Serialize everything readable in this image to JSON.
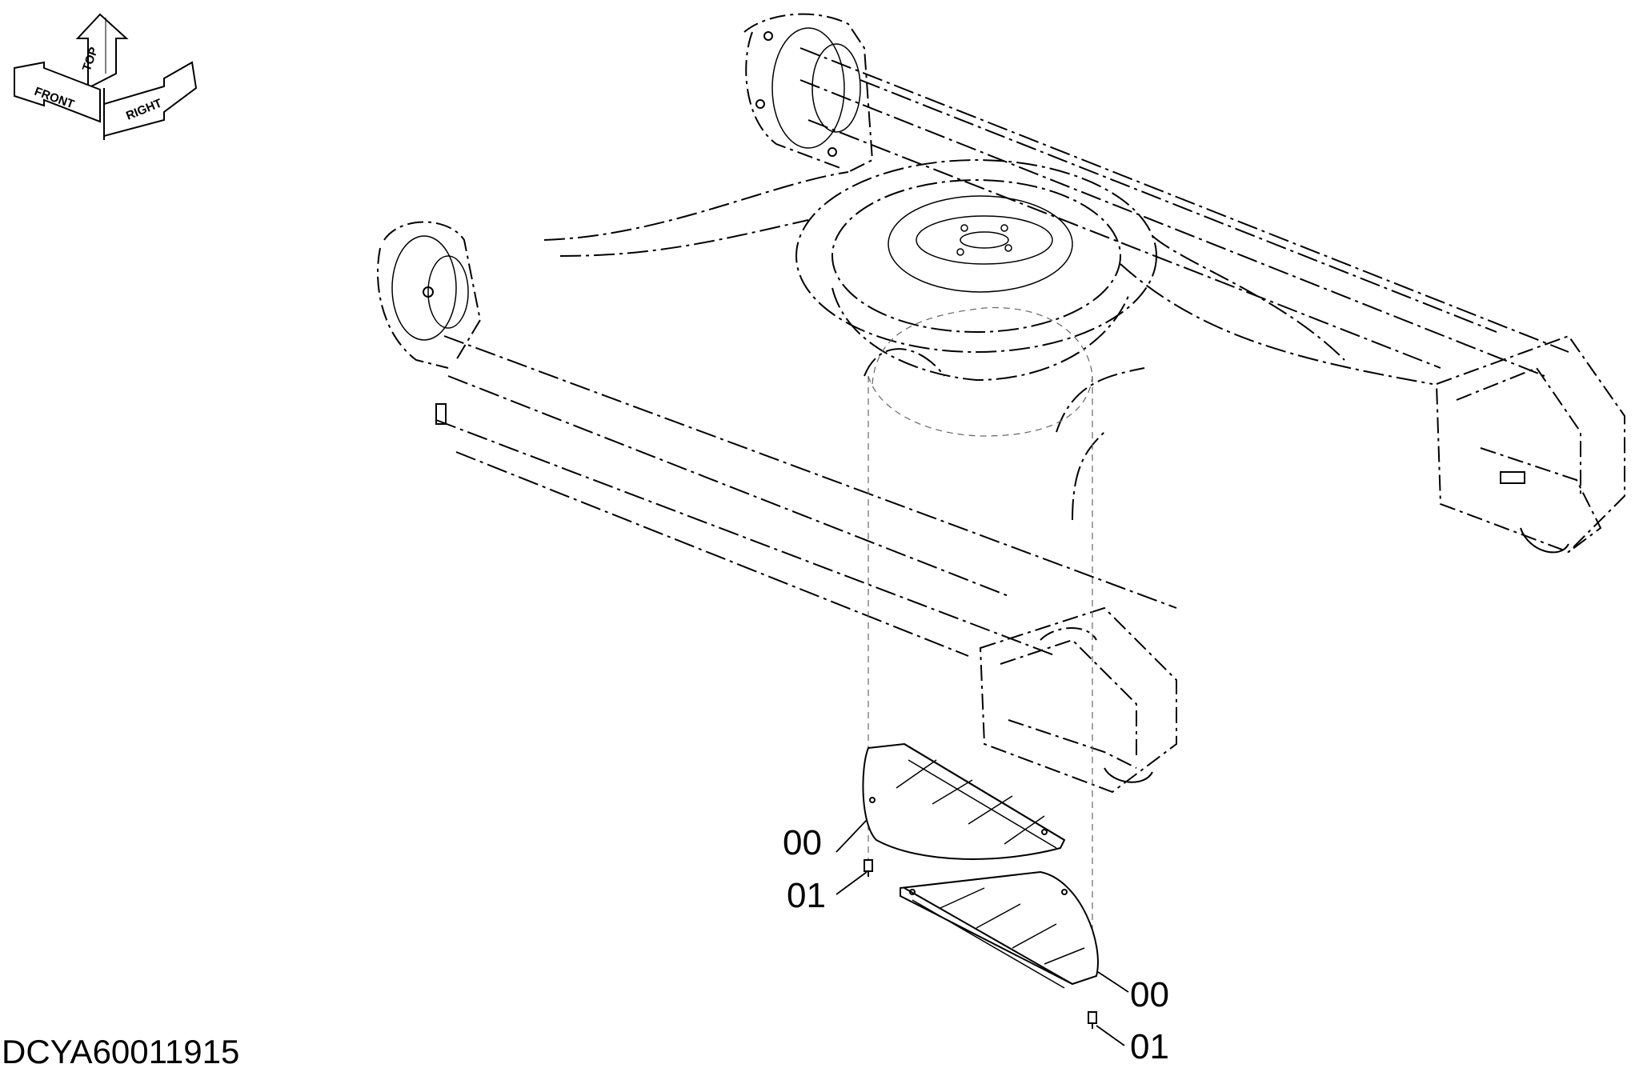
{
  "orientation": {
    "labels": [
      "FRONT",
      "TOP",
      "RIGHT"
    ],
    "icon": "orientation-arrows-icon"
  },
  "callouts": {
    "upper_plate": "00",
    "upper_bolt": "01",
    "lower_plate": "00",
    "lower_bolt": "01"
  },
  "document_number": "DCYA60011915",
  "colors": {
    "ink": "#000000",
    "paper": "#ffffff"
  }
}
